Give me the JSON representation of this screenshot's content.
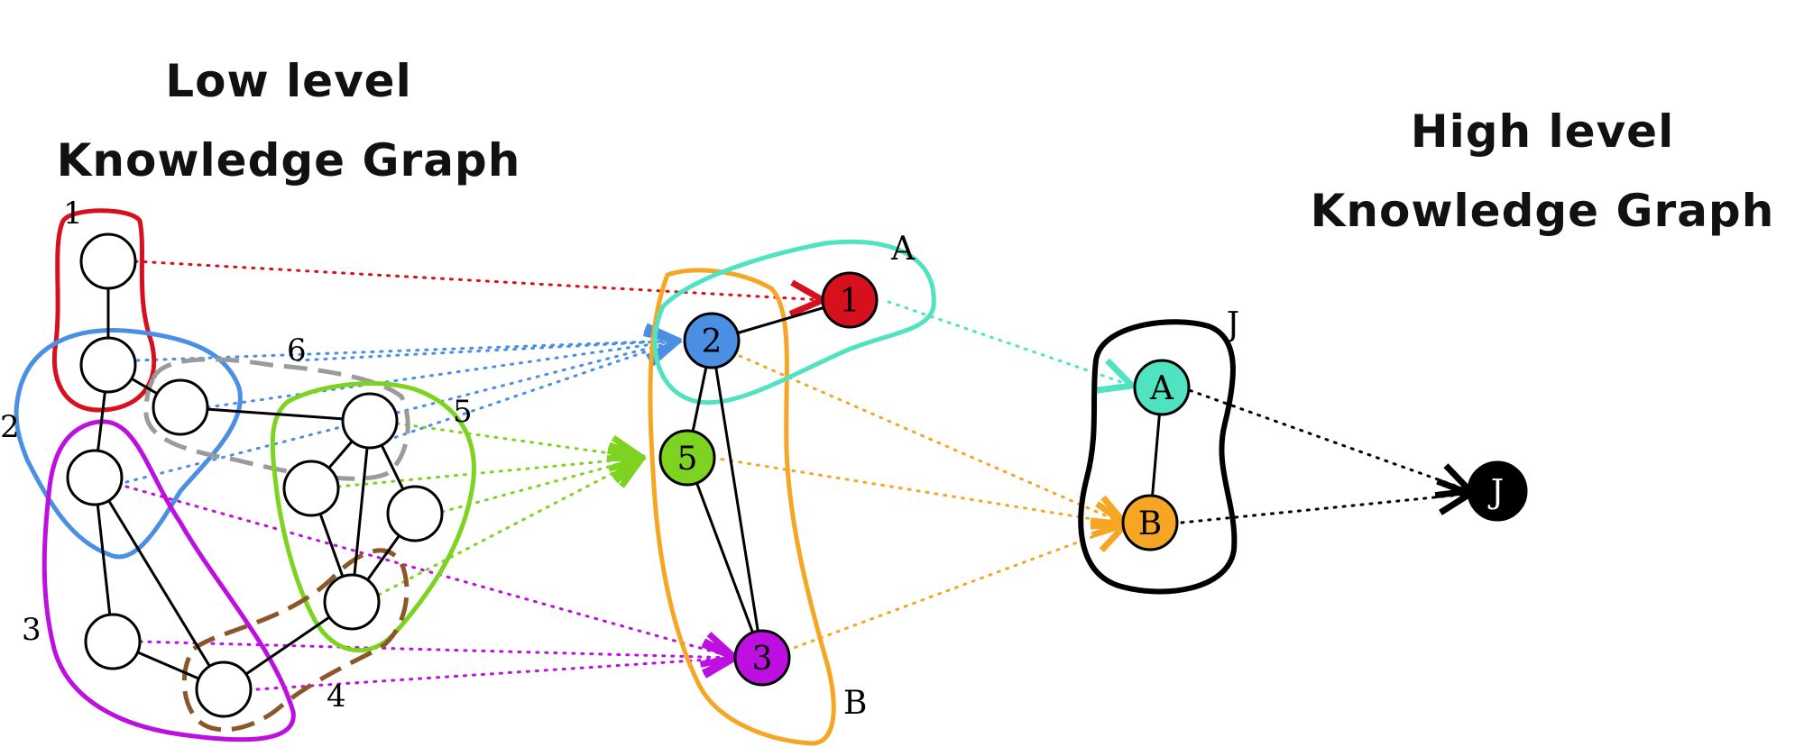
{
  "titles": {
    "low": [
      "Low level",
      "Knowledge Graph"
    ],
    "high": [
      "High level",
      "Knowledge Graph"
    ]
  },
  "colors": {
    "red": "#d7101e",
    "blue": "#4a8fe3",
    "green": "#7ed321",
    "magenta": "#bd10e0",
    "gray": "#9b9b9b",
    "brown": "#8b572a",
    "turquoise": "#50e3c2",
    "orange": "#f5a623",
    "black": "#000000"
  },
  "low_level": {
    "group_labels": [
      "1",
      "2",
      "6",
      "5",
      "3",
      "4"
    ]
  },
  "mid_level": {
    "nodes": [
      "1",
      "2",
      "5",
      "3"
    ],
    "group_labels": [
      "A",
      "B"
    ]
  },
  "high_level": {
    "nodes": [
      "A",
      "B"
    ],
    "group_label": "J",
    "top_node": "J"
  }
}
